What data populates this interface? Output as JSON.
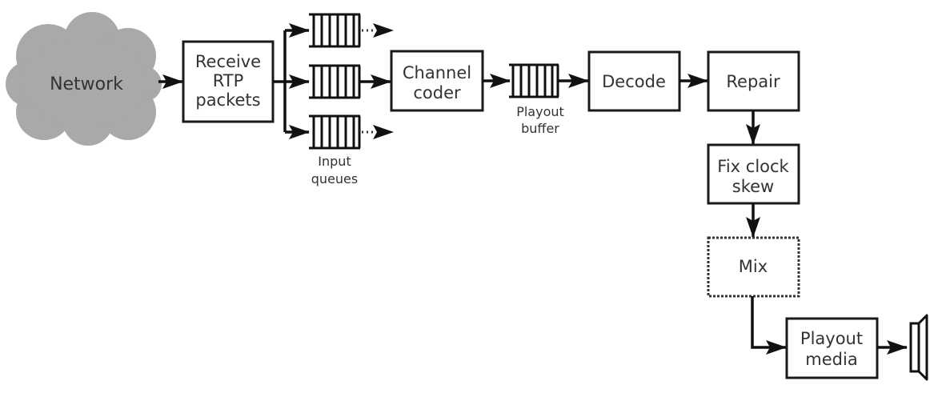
{
  "diagram": {
    "title": "RTP receiver processing pipeline",
    "colors": {
      "cloud_fill": "#a9a9a9",
      "stroke": "#111111",
      "text": "#333333",
      "background": "#ffffff"
    },
    "nodes": {
      "network": {
        "label": "Network",
        "shape": "cloud"
      },
      "receive": {
        "line1": "Receive",
        "line2": "RTP",
        "line3": "packets",
        "shape": "box"
      },
      "input_queues": {
        "line1": "Input",
        "line2": "queues",
        "count": 3,
        "shape": "queue"
      },
      "channel_coder": {
        "line1": "Channel",
        "line2": "coder",
        "shape": "box"
      },
      "playout_buffer": {
        "line1": "Playout",
        "line2": "buffer",
        "shape": "queue"
      },
      "decode": {
        "label": "Decode",
        "shape": "box"
      },
      "repair": {
        "label": "Repair",
        "shape": "box"
      },
      "fix_clock_skew": {
        "line1": "Fix clock",
        "line2": "skew",
        "shape": "box"
      },
      "mix": {
        "label": "Mix",
        "shape": "dashed-box"
      },
      "playout_media": {
        "line1": "Playout",
        "line2": "media",
        "shape": "box"
      },
      "speaker": {
        "icon": "speaker-icon"
      }
    },
    "edges": [
      {
        "from": "network",
        "to": "receive"
      },
      {
        "from": "receive",
        "to": "input_queues"
      },
      {
        "from": "input_queues",
        "to": "channel_coder"
      },
      {
        "from": "channel_coder",
        "to": "playout_buffer"
      },
      {
        "from": "playout_buffer",
        "to": "decode"
      },
      {
        "from": "decode",
        "to": "repair"
      },
      {
        "from": "repair",
        "to": "fix_clock_skew"
      },
      {
        "from": "fix_clock_skew",
        "to": "mix"
      },
      {
        "from": "mix",
        "to": "playout_media"
      },
      {
        "from": "playout_media",
        "to": "speaker"
      }
    ]
  }
}
